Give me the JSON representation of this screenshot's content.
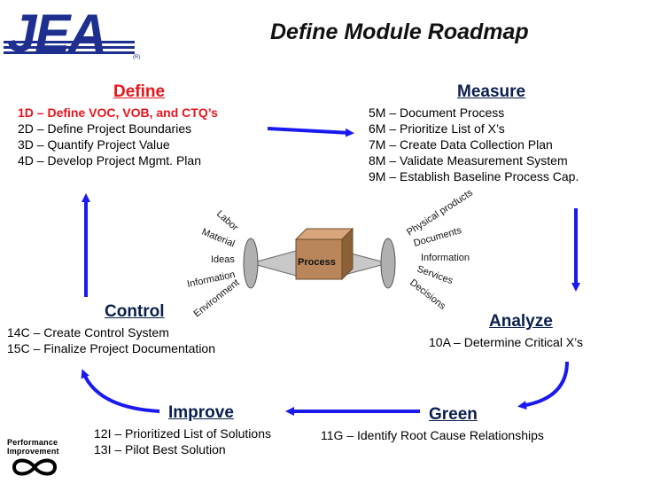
{
  "title": "Define Module Roadmap",
  "logo": {
    "text": "JEA",
    "mark": "(R)"
  },
  "define": {
    "heading": "Define",
    "items": [
      "1D – Define VOC, VOB, and CTQ’s",
      "2D – Define Project Boundaries",
      "3D – Quantify Project Value",
      "4D – Develop Project Mgmt. Plan"
    ]
  },
  "measure": {
    "heading": "Measure",
    "items": [
      "5M – Document Process",
      "6M – Prioritize List of X’s",
      "7M – Create Data Collection Plan",
      "8M – Validate Measurement System",
      "9M – Establish Baseline Process Cap."
    ]
  },
  "analyze": {
    "heading": "Analyze",
    "items": [
      "10A – Determine Critical X’s"
    ]
  },
  "green": {
    "heading": "Green",
    "items": [
      "11G – Identify Root Cause Relationships"
    ]
  },
  "improve": {
    "heading": "Improve",
    "items": [
      "12I – Prioritized List of Solutions",
      "13I – Pilot Best Solution"
    ]
  },
  "control": {
    "heading": "Control",
    "items": [
      "14C – Create Control System",
      "15C – Finalize Project Documentation"
    ]
  },
  "process_graphic": {
    "center": "Process",
    "inputs": [
      "Labor",
      "Material",
      "Ideas",
      "Information",
      "Environment"
    ],
    "outputs": [
      "Physical products",
      "Documents",
      "Information",
      "Services",
      "Decisions"
    ]
  },
  "performance_logo": {
    "line1": "Performance",
    "line2": "Improvement"
  },
  "colors": {
    "arrow": "#1a1af0",
    "define_heading": "#e8141c",
    "heading": "#0b1f4f",
    "process_box": "#b8865a"
  }
}
